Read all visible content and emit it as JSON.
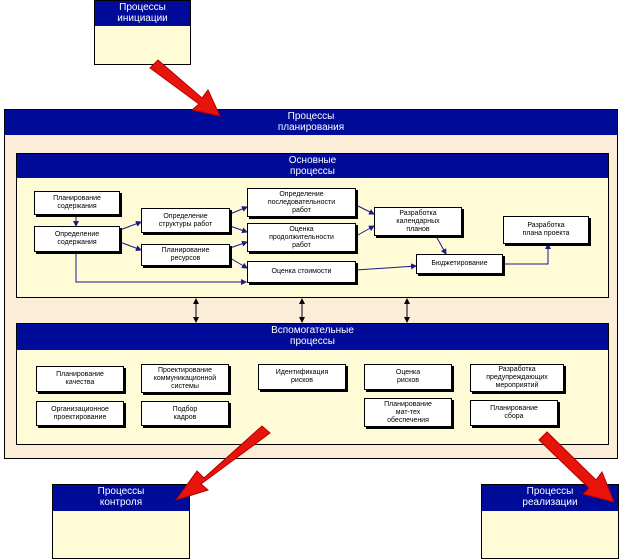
{
  "blocks": {
    "initiation": "Процессы\nинициации",
    "planning": "Процессы\nпланирования",
    "core": "Основные\nпроцессы",
    "auxiliary": "Вспомогательные\nпроцессы",
    "control": "Процессы\nконтроля",
    "execution": "Процессы\nреализации"
  },
  "core_nodes": {
    "scope_planning": "Планирование\nсодержания",
    "scope_definition": "Определение\nсодержания",
    "wbs_definition": "Определение\nструктуры работ",
    "resource_planning": "Планирование\nресурсов",
    "sequencing": "Определение\nпоследовательности\nработ",
    "duration": "Оценка\nпродолжительности\nработ",
    "cost_estimation": "Оценка стоимости",
    "schedule_dev": "Разработка\nкалендарных\nпланов",
    "budgeting": "Бюджетирование",
    "plan_dev": "Разработка\nплана проекта"
  },
  "aux_nodes": {
    "quality_planning": "Планирование\nкачества",
    "communication_design": "Проектирование\nкоммуникационной\nсистемы",
    "risk_identification": "Идентификация\nрисков",
    "risk_assessment": "Оценка\nрисков",
    "preventive_measures": "Разработка\nпредупреждающих\nмероприятий",
    "org_design": "Организационное\nпроектирование",
    "staff_selection": "Подбор\nкадров",
    "logistics_planning": "Планирование\nмат-тех\nобеспечения",
    "procurement_planning": "Планирование\nсбора"
  },
  "colors": {
    "header": "#000c99",
    "cream": "#fffbd6",
    "peach": "#fcedd9",
    "arrow": "#e8140b",
    "connector": "#1a1a8c"
  }
}
